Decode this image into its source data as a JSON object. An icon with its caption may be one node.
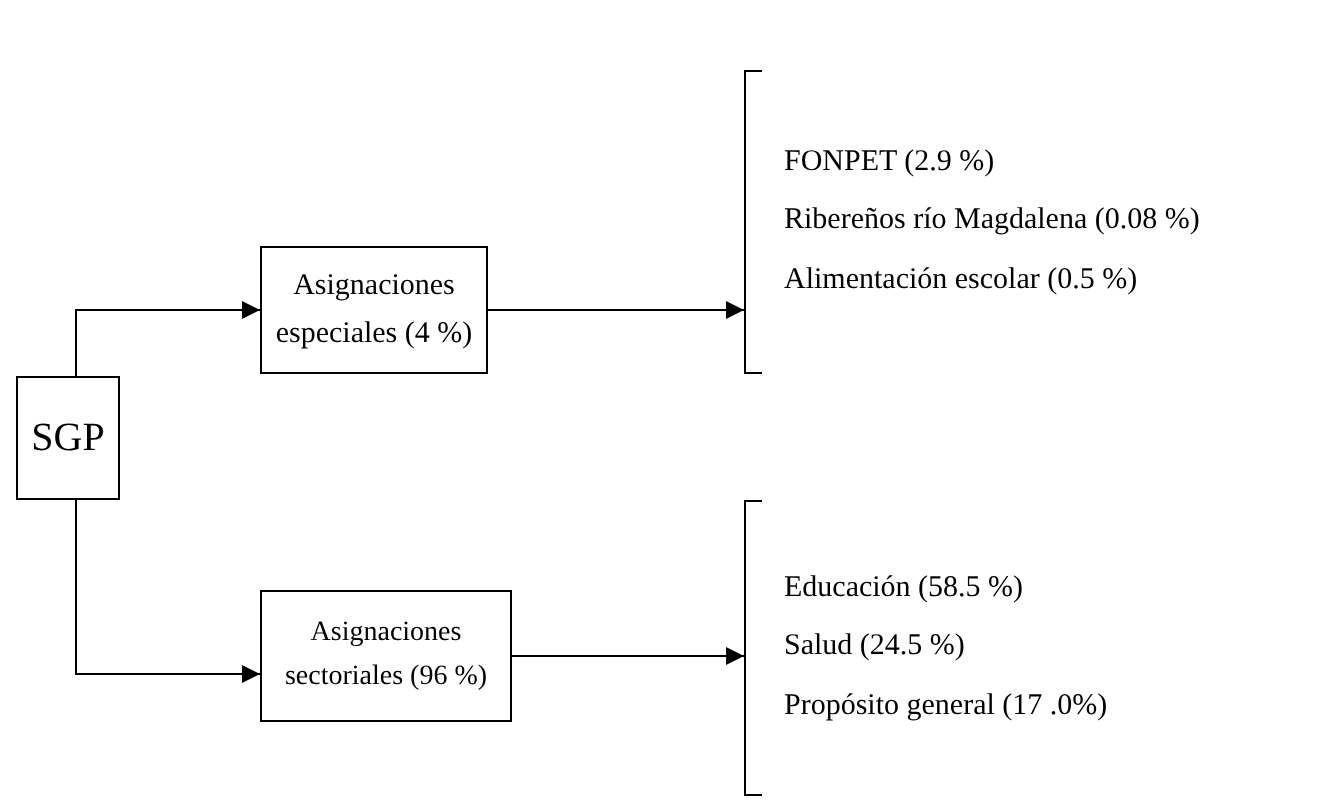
{
  "diagram": {
    "nodes": [
      {
        "text": [
          "SGP"
        ]
      },
      {
        "text": [
          "Asignaciones especiales (4 %)"
        ]
      },
      {
        "text": [
          "Asignaciones sectoriales (96 %)"
        ]
      },
      {
        "text": [
          "FONPET (2.9 %)",
          "Ribereños río Magdalena (0.08 %)",
          "Alimentación escolar (0.5 %)"
        ]
      },
      {
        "text": [
          "Educación (58.5 %)",
          "Salud (24.5 %)",
          "Propósito general (17 .0%)"
        ]
      }
    ],
    "edges": [
      {
        "from": 0,
        "to": 1,
        "arrow": "to"
      },
      {
        "from": 0,
        "to": 2,
        "arrow": "to"
      },
      {
        "from": 1,
        "to": 3,
        "arrow": "to"
      },
      {
        "from": 2,
        "to": 4,
        "arrow": "to"
      }
    ]
  }
}
